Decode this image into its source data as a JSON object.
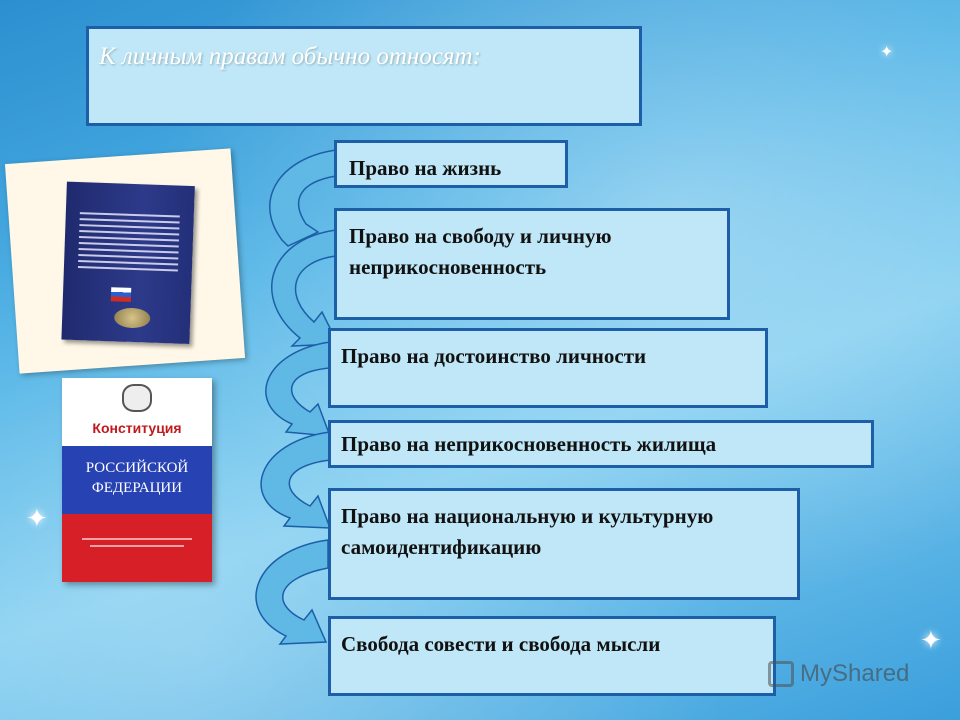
{
  "title": "К личным правам обычно относят:",
  "rights": [
    "Право на жизнь",
    "Право на свободу и личную неприкосновенность",
    "Право на достоинство личности",
    "Право на неприкосновенность жилища",
    "Право на национальную и культурную самоидентификацию",
    "Свобода совести и свобода мысли"
  ],
  "book2": {
    "title_red": "Конституция",
    "title_white": "РОССИЙСКОЙ ФЕДЕРАЦИИ"
  },
  "watermark": "MyShared",
  "colors": {
    "box_fill": "#bfe7f7",
    "box_border": "#1c5fa8",
    "arrow_fill": "#5fb9e4",
    "arrow_stroke": "#1c5fa8"
  }
}
